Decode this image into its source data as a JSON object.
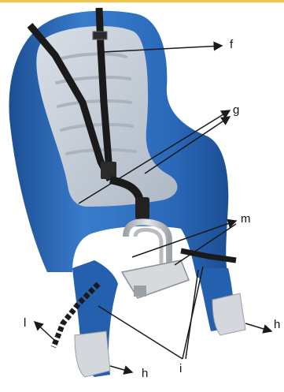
{
  "labels": {
    "f": "f",
    "g": "g",
    "m": "m",
    "h_right": "h",
    "h_left": "h",
    "l": "l",
    "i": "i"
  },
  "colors": {
    "top_bar": "#f2c44a",
    "shell": "#2a68b8",
    "shell_dark": "#1c4f94",
    "shell_light": "#4a8ad6",
    "padding": "#c8d0da",
    "padding_shadow": "#a4aebb",
    "strap": "#1a1a1a",
    "clamp": "#c9ccd0",
    "footrest": "#d4d7dc",
    "leader_line": "#1a1a1a"
  }
}
